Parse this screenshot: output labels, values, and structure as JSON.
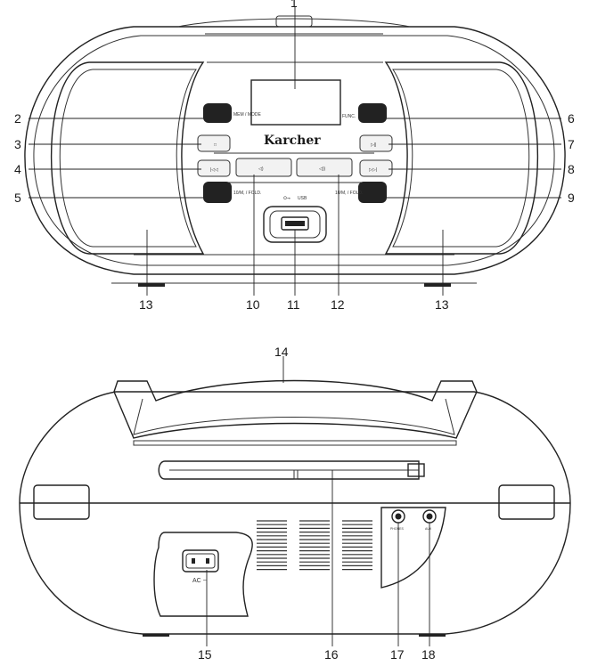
{
  "front": {
    "brand": "Karcher",
    "btn_labels": {
      "mem_mode": "MEM / MODE",
      "func": "FUNC.",
      "fold_left": "10/M, / FOLD.",
      "fold_right": "10/M, / FOLD.",
      "usb": "USB"
    },
    "callouts": [
      "1",
      "2",
      "3",
      "4",
      "5",
      "6",
      "7",
      "8",
      "9",
      "10",
      "11",
      "12",
      "13",
      "13"
    ]
  },
  "back": {
    "ac_label": "AC ~",
    "jack_phones": "PHONES",
    "jack_aux": "AUX",
    "callouts": [
      "14",
      "15",
      "16",
      "17",
      "18"
    ]
  }
}
